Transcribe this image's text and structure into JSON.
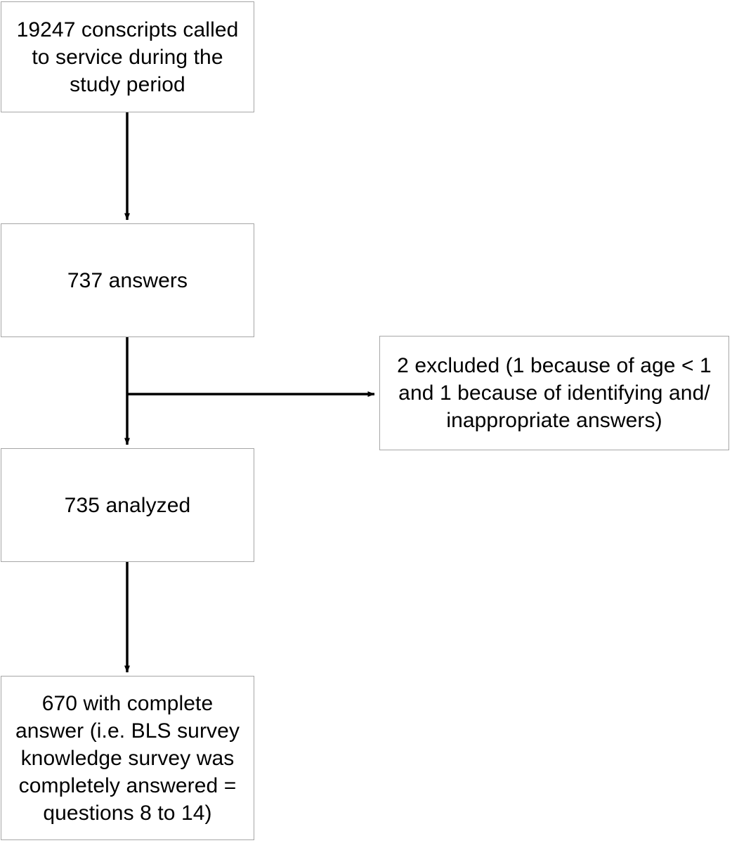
{
  "diagram": {
    "type": "flowchart",
    "orientation": "vertical-with-right-branch",
    "title_visible": false,
    "colors": {
      "box_border": "#a6a6a6",
      "box_fill": "#ffffff",
      "arrow": "#000000",
      "text": "#000000",
      "background": "#ffffff"
    },
    "nodes": [
      {
        "id": "enrolled",
        "text": "19247 conscripts called\nto service during the\nstudy period",
        "count": 19247
      },
      {
        "id": "answers",
        "text": "737 answers",
        "count": 737
      },
      {
        "id": "excluded",
        "text": "2 excluded (1 because of age < 1\nand 1 because of identifying and/\ninappropriate answers)",
        "count": 2
      },
      {
        "id": "analyzed",
        "text": "735 analyzed",
        "count": 735
      },
      {
        "id": "complete",
        "text": "670 with complete\nanswer (i.e. BLS survey\nknowledge survey was\ncompletely answered =\nquestions 8 to 14)",
        "count": 670
      }
    ],
    "edges": [
      {
        "id": "edge-enrolled-answers",
        "from": "enrolled",
        "to": "answers",
        "direction": "down"
      },
      {
        "id": "edge-answers-analyzed",
        "from": "answers",
        "to": "analyzed",
        "direction": "down"
      },
      {
        "id": "edge-answers-excluded",
        "from": "answers",
        "to": "excluded",
        "direction": "right"
      },
      {
        "id": "edge-analyzed-complete",
        "from": "analyzed",
        "to": "complete",
        "direction": "down"
      }
    ]
  }
}
